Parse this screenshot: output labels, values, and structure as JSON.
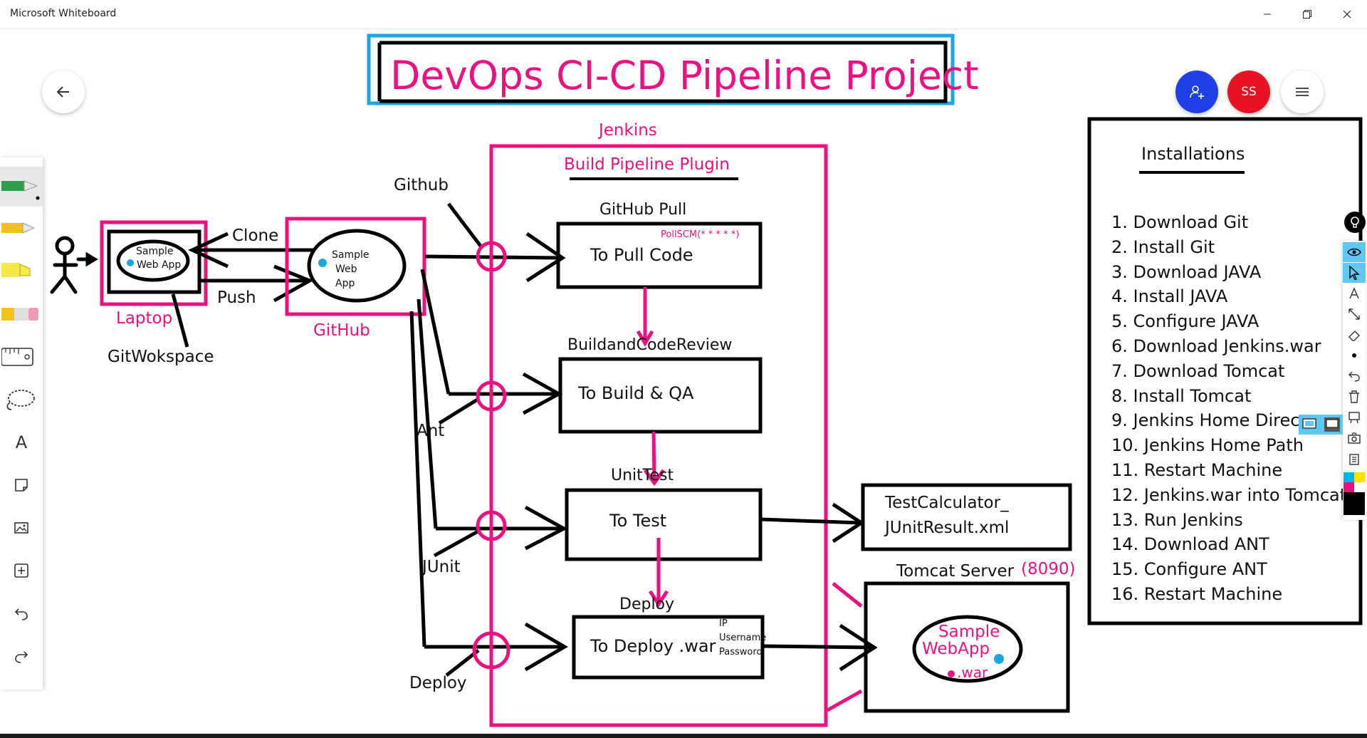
{
  "window": {
    "title": "Microsoft Whiteboard"
  },
  "header_buttons": {
    "profile_initials": "SS"
  },
  "colors": {
    "magenta": "#ec1181",
    "cyan_frame": "#1aa6e0",
    "invite_blue": "#1f3fe8",
    "profile_red": "#e81224",
    "black_ink": "#000000"
  },
  "board": {
    "title": "DevOps CI-CD Pipeline Project",
    "laptop": {
      "label": "Laptop",
      "inner_line1": "Sample",
      "inner_line2": "Web App",
      "workspace_label": "GitWokspace"
    },
    "github": {
      "label": "GitHub",
      "inner_line1": "Sample",
      "inner_line2": "Web",
      "inner_line3": "App"
    },
    "arrows": {
      "clone": "Clone",
      "push": "Push"
    },
    "branch_labels": {
      "github": "Github",
      "ant": "Ant",
      "junit": "JUnit",
      "deploy": "Deploy"
    },
    "jenkins": {
      "label": "Jenkins",
      "plugin": "Build Pipeline Plugin"
    },
    "stages": [
      {
        "heading": "GitHub Pull",
        "box": "To Pull Code",
        "note": "PollSCM(* * * * *)"
      },
      {
        "heading": "BuildandCodeReview",
        "box": "To Build & QA"
      },
      {
        "heading": "UnitTest",
        "box": "To Test"
      },
      {
        "heading": "Deploy",
        "box": "To Deploy .war",
        "note_lines": [
          "IP",
          "Username",
          "Password"
        ]
      }
    ],
    "test_result": {
      "line1": "TestCalculator_",
      "line2": "JUnitResult.xml"
    },
    "tomcat": {
      "label": "Tomcat Server",
      "port": "(8090)",
      "inner_line1": "Sample",
      "inner_line2": "WebApp",
      "inner_line3": ".war"
    },
    "installations": {
      "heading": "Installations",
      "items": [
        "1. Download Git",
        "2. Install Git",
        "3. Download JAVA",
        "4. Install JAVA",
        "5. Configure JAVA",
        "6. Download Jenkins.war",
        "7. Download Tomcat",
        "8. Install Tomcat",
        "9. Jenkins Home Direc",
        "10. Jenkins Home Path",
        "11. Restart Machine",
        "12. Jenkins.war into Tomcat",
        "13. Run Jenkins",
        "14. Download ANT",
        "15. Configure ANT",
        "16. Restart Machine"
      ]
    }
  },
  "toolbar_left": {
    "items": [
      {
        "icon": "green-pen-icon"
      },
      {
        "icon": "yellow-pen-icon"
      },
      {
        "icon": "highlighter-icon"
      },
      {
        "icon": "eraser-icon"
      },
      {
        "icon": "ruler-icon"
      },
      {
        "icon": "lasso-icon"
      },
      {
        "icon": "text-icon",
        "glyph": "A"
      },
      {
        "icon": "sticky-note-icon"
      },
      {
        "icon": "image-icon"
      },
      {
        "icon": "add-icon"
      },
      {
        "icon": "undo-icon"
      },
      {
        "icon": "redo-icon"
      }
    ]
  }
}
